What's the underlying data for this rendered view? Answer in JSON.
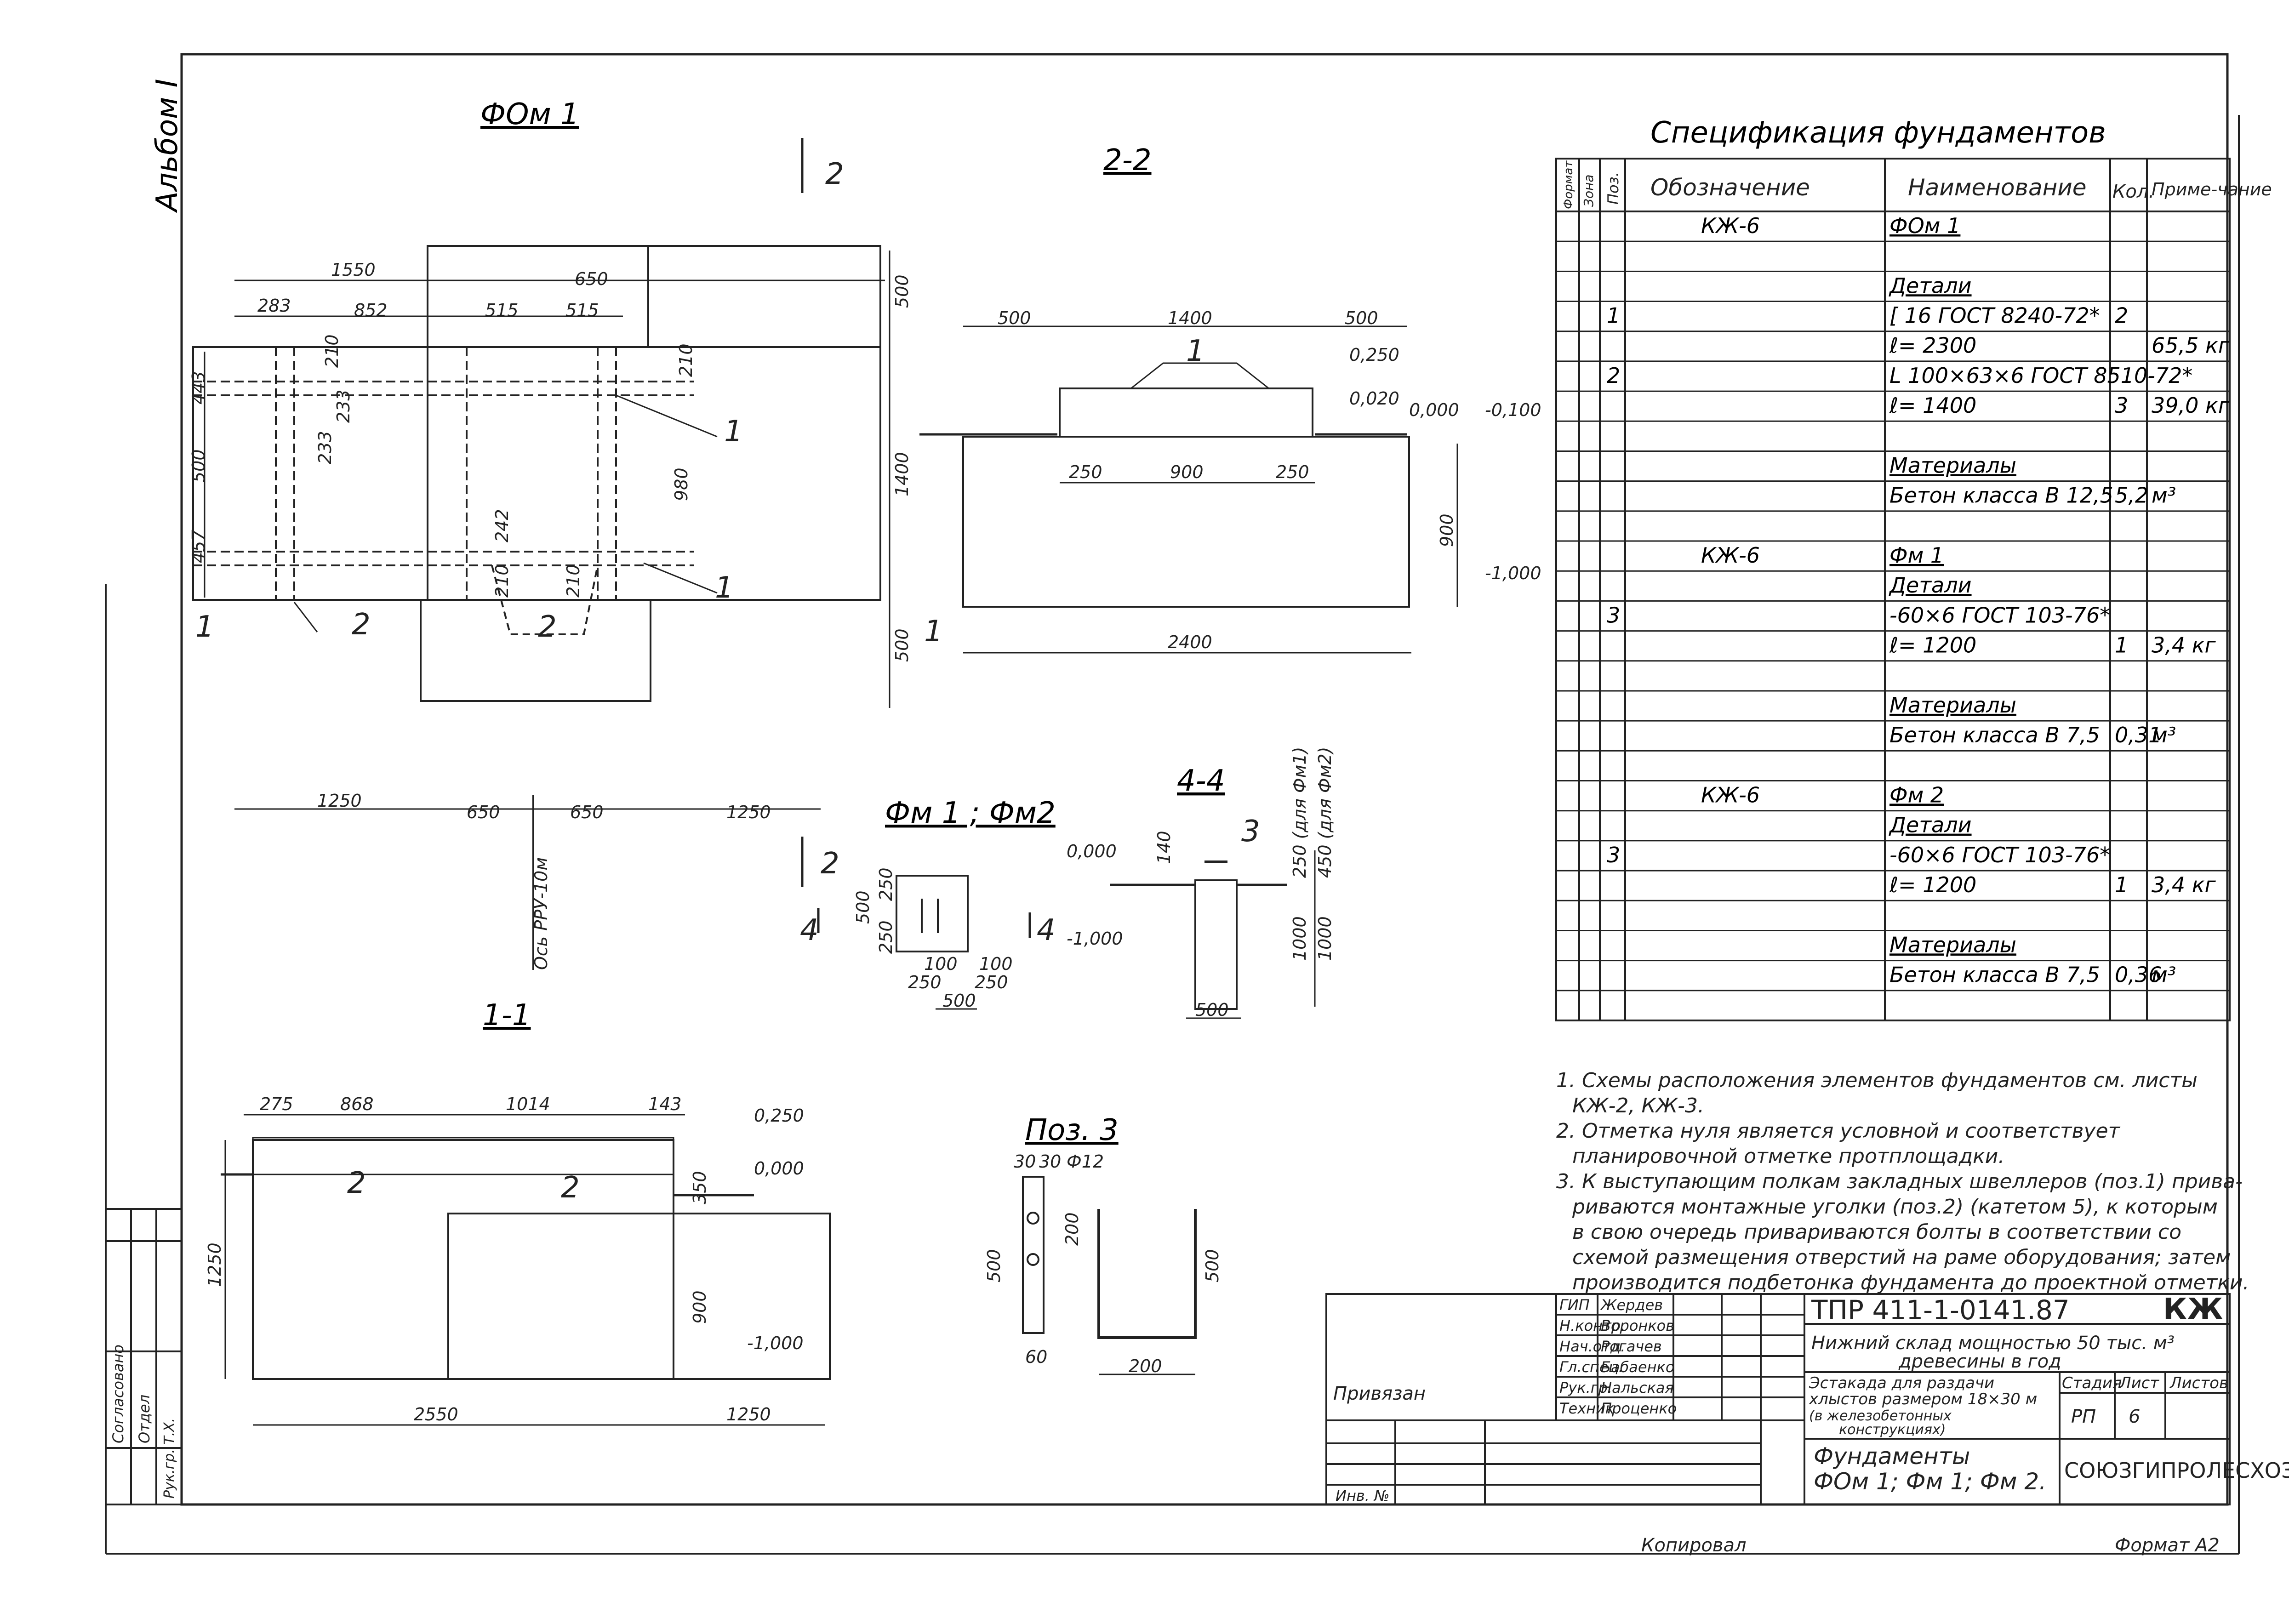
{
  "sheet": {
    "vertical_label": "Альбом I",
    "title_mark": "ФОм 1",
    "format": "Формат А2",
    "copied_by": "Копировал",
    "inv_label": "Инв. №"
  },
  "sections": {
    "s22": "2-2",
    "s11": "1-1",
    "s44": "4-4",
    "cut2": "2",
    "cut1": "1",
    "cut4": "4",
    "fm_label": "Фм 1 ;  Фм2",
    "poz3": "Поз. 3",
    "axis": "Ось РРУ-10м"
  },
  "plan_dims": {
    "top": [
      "1550",
      "650",
      "283",
      "852",
      "515",
      "515"
    ],
    "left": [
      "443",
      "500",
      "457"
    ],
    "right": [
      "500",
      "1400",
      "500"
    ],
    "bottom": [
      "1250",
      "650",
      "650",
      "1250"
    ],
    "inner": [
      "210",
      "233",
      "233",
      "980",
      "210",
      "242",
      "210",
      "210"
    ],
    "leaders": [
      "1",
      "1",
      "2",
      "2"
    ]
  },
  "s22_dims": {
    "top": [
      "500",
      "1400",
      "500"
    ],
    "bottom": [
      "250",
      "900",
      "250"
    ],
    "overall": "2400",
    "elev": [
      "0,250",
      "0,020",
      "0,000",
      "-0,100",
      "-1,000"
    ],
    "height": "900",
    "leader": "1"
  },
  "s11_dims": {
    "top": [
      "275",
      "868",
      "1014",
      "143"
    ],
    "elev": [
      "0,250",
      "0,000",
      "-1,000"
    ],
    "heights": [
      "350",
      "900",
      "1250"
    ],
    "bottom": [
      "2550",
      "1250"
    ],
    "leaders": [
      "2",
      "2"
    ]
  },
  "fm_dims": [
    "250",
    "500",
    "250",
    "100",
    "100",
    "250",
    "250",
    "500"
  ],
  "s44_dims": {
    "elev": [
      "0,000",
      "-1,000"
    ],
    "vals": [
      "140",
      "250 (для Фм1)",
      "450 (для Фм2)",
      "1000",
      "1000",
      "500"
    ],
    "leader": "3"
  },
  "poz3_dims": [
    "30",
    "30",
    "Ф12",
    "200",
    "500",
    "60",
    "200",
    "500"
  ],
  "spec": {
    "title": "Спецификация фундаментов",
    "headers": [
      "Формат",
      "Зона",
      "Поз.",
      "Обозначение",
      "Наименование",
      "Кол.",
      "Приме-чание"
    ],
    "rows": [
      {
        "poz": "",
        "oboz": "КЖ-6",
        "name": "ФОм 1",
        "kol": "",
        "prim": "",
        "u": true
      },
      {
        "poz": "",
        "oboz": "",
        "name": "",
        "kol": "",
        "prim": "",
        "u": false
      },
      {
        "poz": "",
        "oboz": "",
        "name": "Детали",
        "kol": "",
        "prim": "",
        "u": true
      },
      {
        "poz": "1",
        "oboz": "",
        "name": "[ 16  ГОСТ 8240-72*",
        "kol": "2",
        "prim": "",
        "u": false
      },
      {
        "poz": "",
        "oboz": "",
        "name": "ℓ= 2300",
        "kol": "",
        "prim": "65,5 кг",
        "u": false
      },
      {
        "poz": "2",
        "oboz": "",
        "name": "L 100×63×6 ГОСТ 8510-72*",
        "kol": "",
        "prim": "",
        "u": false
      },
      {
        "poz": "",
        "oboz": "",
        "name": "ℓ= 1400",
        "kol": "3",
        "prim": "39,0 кг",
        "u": false
      },
      {
        "poz": "",
        "oboz": "",
        "name": "",
        "kol": "",
        "prim": "",
        "u": false
      },
      {
        "poz": "",
        "oboz": "",
        "name": "Материалы",
        "kol": "",
        "prim": "",
        "u": true
      },
      {
        "poz": "",
        "oboz": "",
        "name": "Бетон класса В 12,5",
        "kol": "5,2",
        "prim": "м³",
        "u": false
      },
      {
        "poz": "",
        "oboz": "",
        "name": "",
        "kol": "",
        "prim": "",
        "u": false
      },
      {
        "poz": "",
        "oboz": "КЖ-6",
        "name": "Фм 1",
        "kol": "",
        "prim": "",
        "u": true
      },
      {
        "poz": "",
        "oboz": "",
        "name": "Детали",
        "kol": "",
        "prim": "",
        "u": true
      },
      {
        "poz": "3",
        "oboz": "",
        "name": "-60×6  ГОСТ 103-76*",
        "kol": "",
        "prim": "",
        "u": false
      },
      {
        "poz": "",
        "oboz": "",
        "name": "ℓ= 1200",
        "kol": "1",
        "prim": "3,4 кг",
        "u": false
      },
      {
        "poz": "",
        "oboz": "",
        "name": "",
        "kol": "",
        "prim": "",
        "u": false
      },
      {
        "poz": "",
        "oboz": "",
        "name": "Материалы",
        "kol": "",
        "prim": "",
        "u": true
      },
      {
        "poz": "",
        "oboz": "",
        "name": "Бетон класса В 7,5",
        "kol": "0,31",
        "prim": "м³",
        "u": false
      },
      {
        "poz": "",
        "oboz": "",
        "name": "",
        "kol": "",
        "prim": "",
        "u": false
      },
      {
        "poz": "",
        "oboz": "КЖ-6",
        "name": "Фм 2",
        "kol": "",
        "prim": "",
        "u": true
      },
      {
        "poz": "",
        "oboz": "",
        "name": "Детали",
        "kol": "",
        "prim": "",
        "u": true
      },
      {
        "poz": "3",
        "oboz": "",
        "name": "-60×6  ГОСТ 103-76*",
        "kol": "",
        "prim": "",
        "u": false
      },
      {
        "poz": "",
        "oboz": "",
        "name": "ℓ= 1200",
        "kol": "1",
        "prim": "3,4 кг",
        "u": false
      },
      {
        "poz": "",
        "oboz": "",
        "name": "",
        "kol": "",
        "prim": "",
        "u": false
      },
      {
        "poz": "",
        "oboz": "",
        "name": "Материалы",
        "kol": "",
        "prim": "",
        "u": true
      },
      {
        "poz": "",
        "oboz": "",
        "name": "Бетон класса В 7,5",
        "kol": "0,36",
        "prim": "м³",
        "u": false
      },
      {
        "poz": "",
        "oboz": "",
        "name": "",
        "kol": "",
        "prim": "",
        "u": false
      }
    ]
  },
  "notes": [
    "1. Схемы расположения элементов фундаментов см. листы",
    "КЖ-2, КЖ-3.",
    "2. Отметка нуля является условной и соответствует",
    "планировочной отметке протплощадки.",
    "3. К выступающим полкам закладных швеллеров (поз.1) прива-",
    "риваются монтажные уголки (поз.2) (катетом 5), к которым",
    "в свою очередь привариваются болты в соответствии со",
    "схемой размещения отверстий на раме оборудования; затем",
    "производится подбетонка фундамента до проектной отметки."
  ],
  "title_block": {
    "code": "ТПР 411-1-0141.87",
    "mark": "КЖ",
    "project": [
      "Нижний склад мощностью 50 тыс. м³",
      "древесины в год"
    ],
    "object": [
      "Эстакада для раздачи",
      "хлыстов размером 18×30 м",
      "(в железобетонных",
      "конструкциях)"
    ],
    "sheet_title": [
      "Фундаменты",
      "ФОм 1; Фм 1; Фм 2."
    ],
    "stage_h": "Стадия",
    "sheet_h": "Лист",
    "sheets_h": "Листов",
    "stage": "РП",
    "sheet_no": "6",
    "org": "СОЮЗГИПРОЛЕСХОЗ",
    "privyazan": "Привязан",
    "staff": [
      {
        "role": "ГИП",
        "name": "Жердев"
      },
      {
        "role": "Н.контр.",
        "name": "Воронков"
      },
      {
        "role": "Нач.отд.",
        "name": "Рогачев"
      },
      {
        "role": "Гл.спец.",
        "name": "Бабаенко"
      },
      {
        "role": "Рук.гр.",
        "name": "Нальская"
      },
      {
        "role": "Техник",
        "name": "Проценко"
      }
    ],
    "side_stamp": [
      "Согласовано",
      "Отдел",
      "Рук.гр. Т.Х."
    ]
  }
}
